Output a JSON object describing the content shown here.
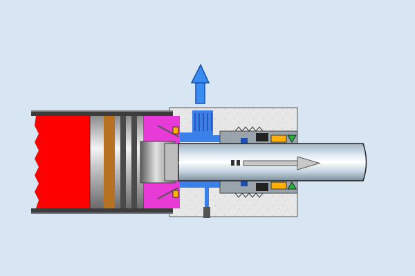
{
  "diagram": {
    "subject": "hydraulic-cylinder-cutaway",
    "motion": "rod-extending",
    "flow": "fluid-exits-through-top-port"
  },
  "colors": {
    "background": "#d8e6f4",
    "piston_chamber_fluid": "#ff0000",
    "rod_side_fluid": "#e83ad6",
    "port_fluid": "#3b7fe8",
    "flow_arrow": "#3b8cf0",
    "end_cap": "#e7e7e7",
    "barrel": "#3c3c3c",
    "piston_seal": "#e08a2a",
    "wiper_seal": "#ffb000",
    "bearing_green": "#1fb83a",
    "rod_highlight": "#ffffff",
    "rod_shade": "#a8b8c6"
  },
  "icons": {
    "flow": "arrow-up-icon",
    "rod_direction": "arrow-right-icon"
  }
}
